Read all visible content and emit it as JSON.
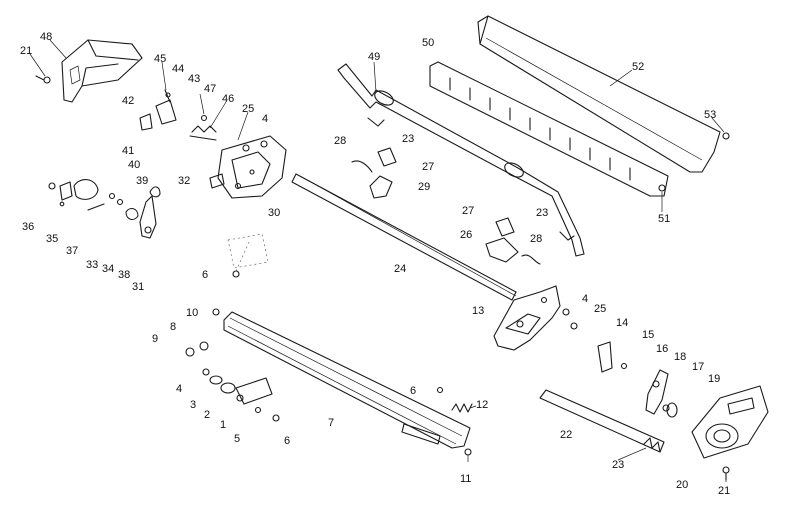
{
  "callouts": [
    {
      "id": "c48",
      "text": "48"
    },
    {
      "id": "c21a",
      "text": "21"
    },
    {
      "id": "c45",
      "text": "45"
    },
    {
      "id": "c44",
      "text": "44"
    },
    {
      "id": "c43",
      "text": "43"
    },
    {
      "id": "c47",
      "text": "47"
    },
    {
      "id": "c42",
      "text": "42"
    },
    {
      "id": "c46",
      "text": "46"
    },
    {
      "id": "c25a",
      "text": "25"
    },
    {
      "id": "c4a",
      "text": "4"
    },
    {
      "id": "c49",
      "text": "49"
    },
    {
      "id": "c50",
      "text": "50"
    },
    {
      "id": "c52",
      "text": "52"
    },
    {
      "id": "c53",
      "text": "53"
    },
    {
      "id": "c41",
      "text": "41"
    },
    {
      "id": "c40",
      "text": "40"
    },
    {
      "id": "c39",
      "text": "39"
    },
    {
      "id": "c32",
      "text": "32"
    },
    {
      "id": "c28a",
      "text": "28"
    },
    {
      "id": "c23a",
      "text": "23"
    },
    {
      "id": "c27a",
      "text": "27"
    },
    {
      "id": "c29",
      "text": "29"
    },
    {
      "id": "c51",
      "text": "51"
    },
    {
      "id": "c36",
      "text": "36"
    },
    {
      "id": "c35",
      "text": "35"
    },
    {
      "id": "c37",
      "text": "37"
    },
    {
      "id": "c33",
      "text": "33"
    },
    {
      "id": "c34",
      "text": "34"
    },
    {
      "id": "c38",
      "text": "38"
    },
    {
      "id": "c31",
      "text": "31"
    },
    {
      "id": "c30",
      "text": "30"
    },
    {
      "id": "c27b",
      "text": "27"
    },
    {
      "id": "c23b",
      "text": "23"
    },
    {
      "id": "c26",
      "text": "26"
    },
    {
      "id": "c28b",
      "text": "28"
    },
    {
      "id": "c6a",
      "text": "6"
    },
    {
      "id": "c24",
      "text": "24"
    },
    {
      "id": "c13",
      "text": "13"
    },
    {
      "id": "c4b",
      "text": "4"
    },
    {
      "id": "c25b",
      "text": "25"
    },
    {
      "id": "c14",
      "text": "14"
    },
    {
      "id": "c15",
      "text": "15"
    },
    {
      "id": "c16",
      "text": "16"
    },
    {
      "id": "c18",
      "text": "18"
    },
    {
      "id": "c17",
      "text": "17"
    },
    {
      "id": "c19",
      "text": "19"
    },
    {
      "id": "c10",
      "text": "10"
    },
    {
      "id": "c8",
      "text": "8"
    },
    {
      "id": "c9",
      "text": "9"
    },
    {
      "id": "c4c",
      "text": "4"
    },
    {
      "id": "c3",
      "text": "3"
    },
    {
      "id": "c2",
      "text": "2"
    },
    {
      "id": "c1",
      "text": "1"
    },
    {
      "id": "c5",
      "text": "5"
    },
    {
      "id": "c6b",
      "text": "6"
    },
    {
      "id": "c7",
      "text": "7"
    },
    {
      "id": "c6c",
      "text": "6"
    },
    {
      "id": "c12",
      "text": "12"
    },
    {
      "id": "c11",
      "text": "11"
    },
    {
      "id": "c22",
      "text": "22"
    },
    {
      "id": "c23c",
      "text": "23"
    },
    {
      "id": "c20",
      "text": "20"
    },
    {
      "id": "c21b",
      "text": "21"
    }
  ]
}
